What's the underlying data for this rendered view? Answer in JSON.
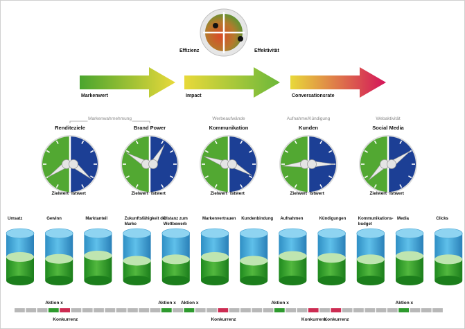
{
  "top_dial": {
    "left_label": "Effizienz",
    "right_label": "Effektivität"
  },
  "arrows": [
    {
      "label": "Markenwert",
      "from": "#4aa52e",
      "to": "#e8d93a"
    },
    {
      "label": "Impact",
      "from": "#e8d93a",
      "to": "#6cb83a"
    },
    {
      "label": "Conversationsrate",
      "from": "#e8d93a",
      "to": "#d4145a"
    }
  ],
  "gauge_groups": [
    {
      "label": "Markenwahrnehmung",
      "gauges": [
        0,
        1
      ]
    },
    {
      "label": "Werbeaufwände",
      "gauges": [
        2
      ]
    },
    {
      "label": "Aufnahme/Kündigung",
      "gauges": [
        3
      ]
    },
    {
      "label": "Webaktivität",
      "gauges": [
        4
      ]
    }
  ],
  "gauges": [
    {
      "title": "Renditeziele",
      "zielwert": 235,
      "istwert": 130
    },
    {
      "title": "Brand Power",
      "zielwert": 300,
      "istwert": 30
    },
    {
      "title": "Kommunikation",
      "zielwert": 290,
      "istwert": 120
    },
    {
      "title": "Kunden",
      "zielwert": 265,
      "istwert": 90
    },
    {
      "title": "Social Media",
      "zielwert": 225,
      "istwert": 55
    }
  ],
  "gauge_labels": {
    "zielwert": "Zielwert",
    "istwert": "Istwert"
  },
  "colors": {
    "green": "#52a832",
    "blue": "#1c3f95",
    "cyl_blue": "#3aa6d6",
    "cyl_green": "#2f9a2f",
    "bar_grey": "#b8b8b8",
    "bar_green": "#2e9a2e",
    "bar_red": "#cc2c52"
  },
  "cylinders": [
    {
      "label": "Umsatz",
      "fill": 0.5
    },
    {
      "label": "Gewinn",
      "fill": 0.46
    },
    {
      "label": "Marktanteil",
      "fill": 0.53
    },
    {
      "label": "Zukunftsfähigkeit der Marke",
      "fill": 0.42
    },
    {
      "label": "Distanz zum Wettbewerb",
      "fill": 0.45
    },
    {
      "label": "Markenvertrauen",
      "fill": 0.5
    },
    {
      "label": "Kundenbindung",
      "fill": 0.42
    },
    {
      "label": "Aufnahmen",
      "fill": 0.52
    },
    {
      "label": "Kündigungen",
      "fill": 0.48
    },
    {
      "label": "Kommunikations-budget",
      "fill": 0.45
    },
    {
      "label": "Media",
      "fill": 0.52
    },
    {
      "label": "Clicks",
      "fill": 0.45
    }
  ],
  "timeline": {
    "segments": [
      "g",
      "g",
      "g",
      "G",
      "R",
      "g",
      "g",
      "g",
      "g",
      "g",
      "g",
      "g",
      "g",
      "G",
      "g",
      "G",
      "g",
      "g",
      "R",
      "g",
      "g",
      "g",
      "g",
      "G",
      "g",
      "g",
      "R",
      "g",
      "R",
      "g",
      "g",
      "g",
      "g",
      "g",
      "G",
      "g",
      "g",
      "g"
    ],
    "aktion_label": "Aktion x",
    "konkurrenz_label": "Konkurrenz",
    "aktion_markers": [
      3,
      13,
      15,
      23,
      34
    ],
    "konkurrenz_markers": [
      4,
      18,
      26,
      28
    ]
  }
}
